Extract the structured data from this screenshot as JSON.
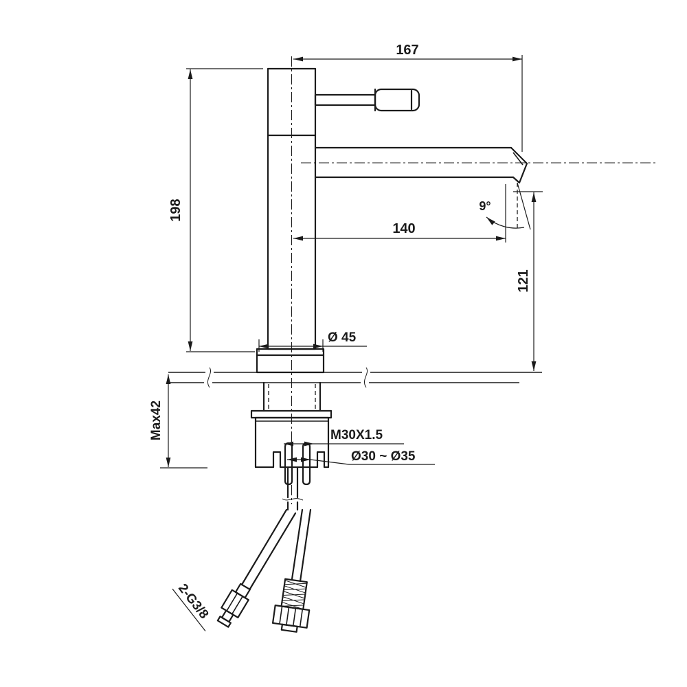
{
  "colors": {
    "line": "#1b1b1b",
    "background": "#ffffff"
  },
  "dimensions": {
    "overall_width": "167",
    "body_height": "198",
    "spout_reach": "140",
    "outlet_height": "121",
    "outlet_angle": "9°",
    "base_diameter": "Ø 45",
    "max_counter_thickness": "Max42",
    "mounting_thread": "M30X1.5",
    "hole_diameter_range": "Ø30 ~ Ø35",
    "supply_hoses": "2-G3/8"
  }
}
